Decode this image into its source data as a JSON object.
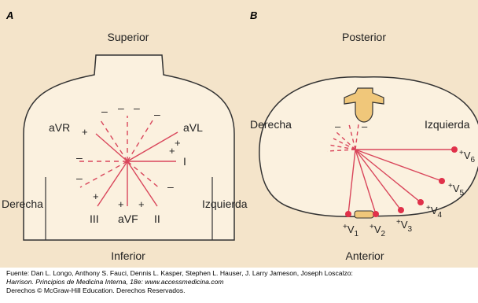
{
  "panel_a": {
    "letter": "A",
    "top_label": "Superior",
    "bottom_label": "Inferior",
    "left_label": "Derecha",
    "right_label": "Izquierda",
    "leads": [
      "aVR",
      "aVL",
      "I",
      "III",
      "aVF",
      "II"
    ],
    "plus": "+",
    "minus": "–"
  },
  "panel_b": {
    "letter": "B",
    "top_label": "Posterior",
    "bottom_label": "Anterior",
    "left_label": "Derecha",
    "right_label": "Izquierda",
    "leads_main": [
      "V",
      "V",
      "V",
      "V",
      "V",
      "V"
    ],
    "leads_sub": [
      "1",
      "2",
      "3",
      "4",
      "5",
      "6"
    ],
    "plus": "+",
    "minus": "–"
  },
  "credit": {
    "line1": "Fuente: Dan L. Longo, Anthony S. Fauci, Dennis L. Kasper, Stephen L. Hauser, J. Larry Jameson, Joseph Loscalzo:",
    "line2": "Harrison. Principios de Medicina Interna, 18e: www.accessmedicina.com",
    "line3": "Derechos © McGraw-Hill Education. Derechos Reservados."
  },
  "colors": {
    "background": "#f4e4ca",
    "lead_line": "#d9465b",
    "electrode": "#e0314a",
    "body_fill": "#fbf1df",
    "outline": "#333333",
    "spine": "#f0c77a"
  }
}
